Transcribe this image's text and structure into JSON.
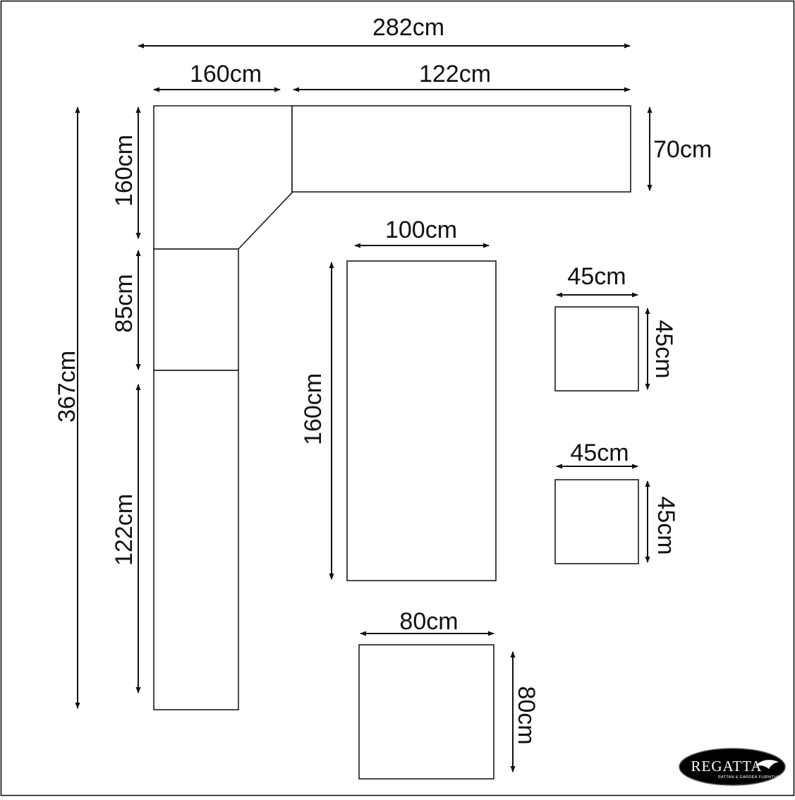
{
  "colors": {
    "line": "#1a1a1a",
    "text": "#111111",
    "background": "#ffffff",
    "logo_bg": "#000000"
  },
  "logo": {
    "name": "REGATTA",
    "tagline": "RATTAN & GARDEN FURNITURE"
  },
  "labels": {
    "total_width": "282cm",
    "corner_width": "160cm",
    "top_section_width": "122cm",
    "top_section_depth": "70cm",
    "total_height": "367cm",
    "corner_height": "160cm",
    "middle_height": "85cm",
    "bottom_height": "122cm",
    "table_width": "100cm",
    "table_length": "160cm",
    "stool1_width": "45cm",
    "stool1_depth": "45cm",
    "stool2_width": "45cm",
    "stool2_depth": "45cm",
    "ottoman_width": "80cm",
    "ottoman_depth": "80cm"
  }
}
